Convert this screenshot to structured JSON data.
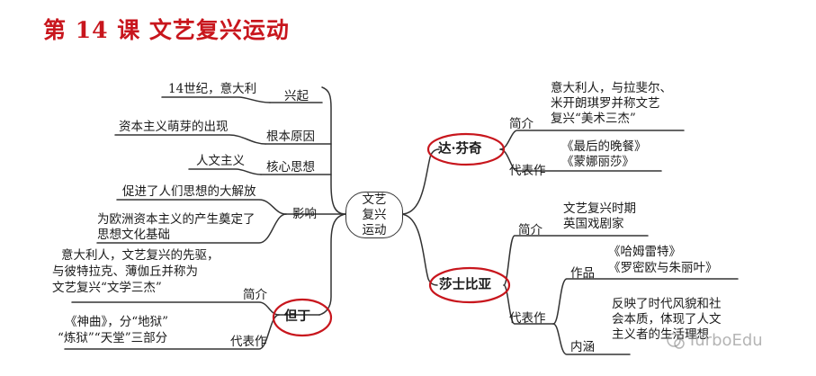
{
  "title": "第 14 课   文艺复兴运动",
  "center": "文艺复兴运动",
  "left": {
    "xingqi": {
      "label": "兴起",
      "text": "14世纪，意大利"
    },
    "genben": {
      "label": "根本原因",
      "text": "资本主义萌芽的出现"
    },
    "hexin": {
      "label": "核心思想",
      "text": "人文主义"
    },
    "yingxiang": {
      "label": "影响",
      "text1": "促进了人们思想的大解放",
      "text2_line1": "为欧洲资本主义的产生奠定了",
      "text2_line2": "思想文化基础"
    },
    "danding": {
      "name": "但丁",
      "intro_label": "简介",
      "intro_line1": "意大利人，文艺复兴的先驱，",
      "intro_line2": "与彼特拉克、薄伽丘并称为",
      "intro_line3": "文艺复兴“文学三杰”",
      "works_label": "代表作",
      "works_line1": "《神曲》，分“地狱”",
      "works_line2": "“炼狱”“天堂”三部分"
    }
  },
  "right": {
    "davinci": {
      "name": "达·芬奇",
      "intro_label": "简介",
      "intro_line1": "意大利人，与拉斐尔、",
      "intro_line2": "米开朗琪罗并称文艺",
      "intro_line3": "复兴“美术三杰”",
      "works_label": "代表作",
      "works_line1": "《最后的晚餐》",
      "works_line2": "《蒙娜丽莎》"
    },
    "shakespeare": {
      "name": "莎士比亚",
      "intro_label": "简介",
      "intro_line1": "文艺复兴时期",
      "intro_line2": "英国戏剧家",
      "works_label": "代表作",
      "zuopin_label": "作品",
      "zuopin_line1": "《哈姆雷特》",
      "zuopin_line2": "《罗密欧与朱丽叶》",
      "neihan_label": "内涵",
      "neihan_line1": "反映了时代风貌和社",
      "neihan_line2": "会本质，体现了人文",
      "neihan_line3": "主义者的生活理想"
    }
  },
  "watermark": "TurboEdu",
  "colors": {
    "title": "#c8161d",
    "circle": "#c8161d",
    "line": "#333333"
  }
}
